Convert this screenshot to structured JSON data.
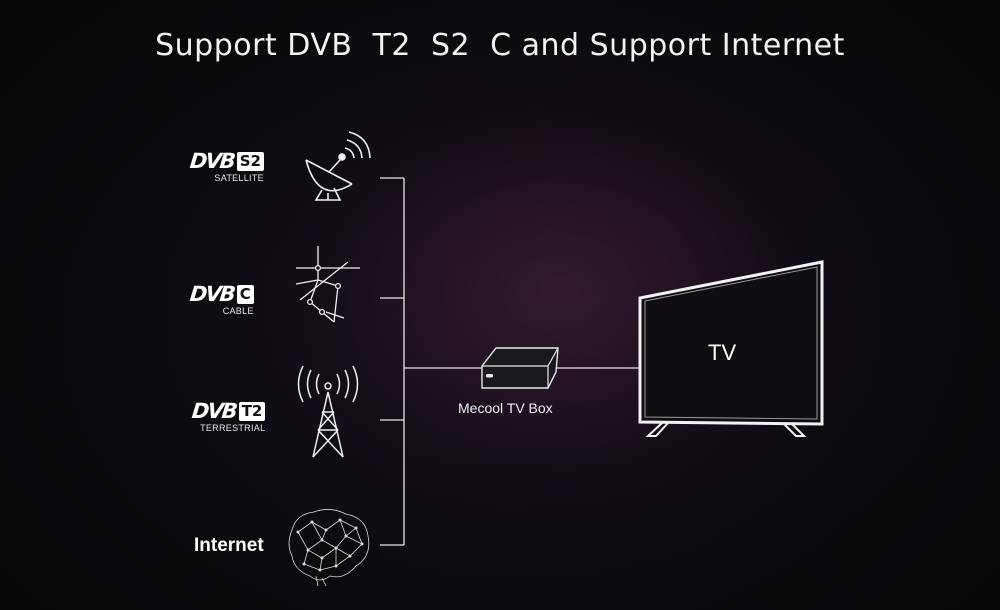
{
  "title": "Support DVB  T2  S2  C and Support Internet",
  "sources": [
    {
      "dvb": "DVB",
      "badge": "S2",
      "sub": "SATELLITE",
      "icon": "satellite-dish-icon"
    },
    {
      "dvb": "DVB",
      "badge": "C",
      "sub": "CABLE",
      "icon": "cable-network-icon"
    },
    {
      "dvb": "DVB",
      "badge": "T2",
      "sub": "TERRESTRIAL",
      "icon": "broadcast-tower-icon"
    },
    {
      "label": "Internet",
      "icon": "brain-network-icon"
    }
  ],
  "box": {
    "label": "Mecool TV Box",
    "icon": "tv-box-icon"
  },
  "tv": {
    "label": "TV",
    "icon": "television-icon"
  },
  "colors": {
    "line": "#e8e8e8",
    "text": "#ffffff",
    "glow": "#4e223e"
  }
}
